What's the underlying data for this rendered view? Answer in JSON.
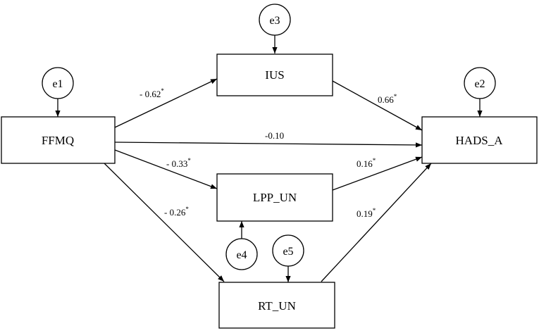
{
  "nodes": {
    "ffmq": "FFMQ",
    "ius": "IUS",
    "lpp": "LPP_UN",
    "rt": "RT_UN",
    "hads": "HADS_A"
  },
  "errors": {
    "e1": "e1",
    "e2": "e2",
    "e3": "e3",
    "e4": "e4",
    "e5": "e5"
  },
  "paths": {
    "ffmq_ius": {
      "coef": "- 0.62",
      "sig": "*"
    },
    "ffmq_hads": {
      "coef": "-0.10",
      "sig": ""
    },
    "ffmq_lpp": {
      "coef": "- 0.33",
      "sig": "*"
    },
    "ffmq_rt": {
      "coef": "- 0.26",
      "sig": "*"
    },
    "ius_hads": {
      "coef": "0.66",
      "sig": "*"
    },
    "lpp_hads": {
      "coef": "0.16",
      "sig": "*"
    },
    "rt_hads": {
      "coef": "0.19",
      "sig": "*"
    }
  }
}
